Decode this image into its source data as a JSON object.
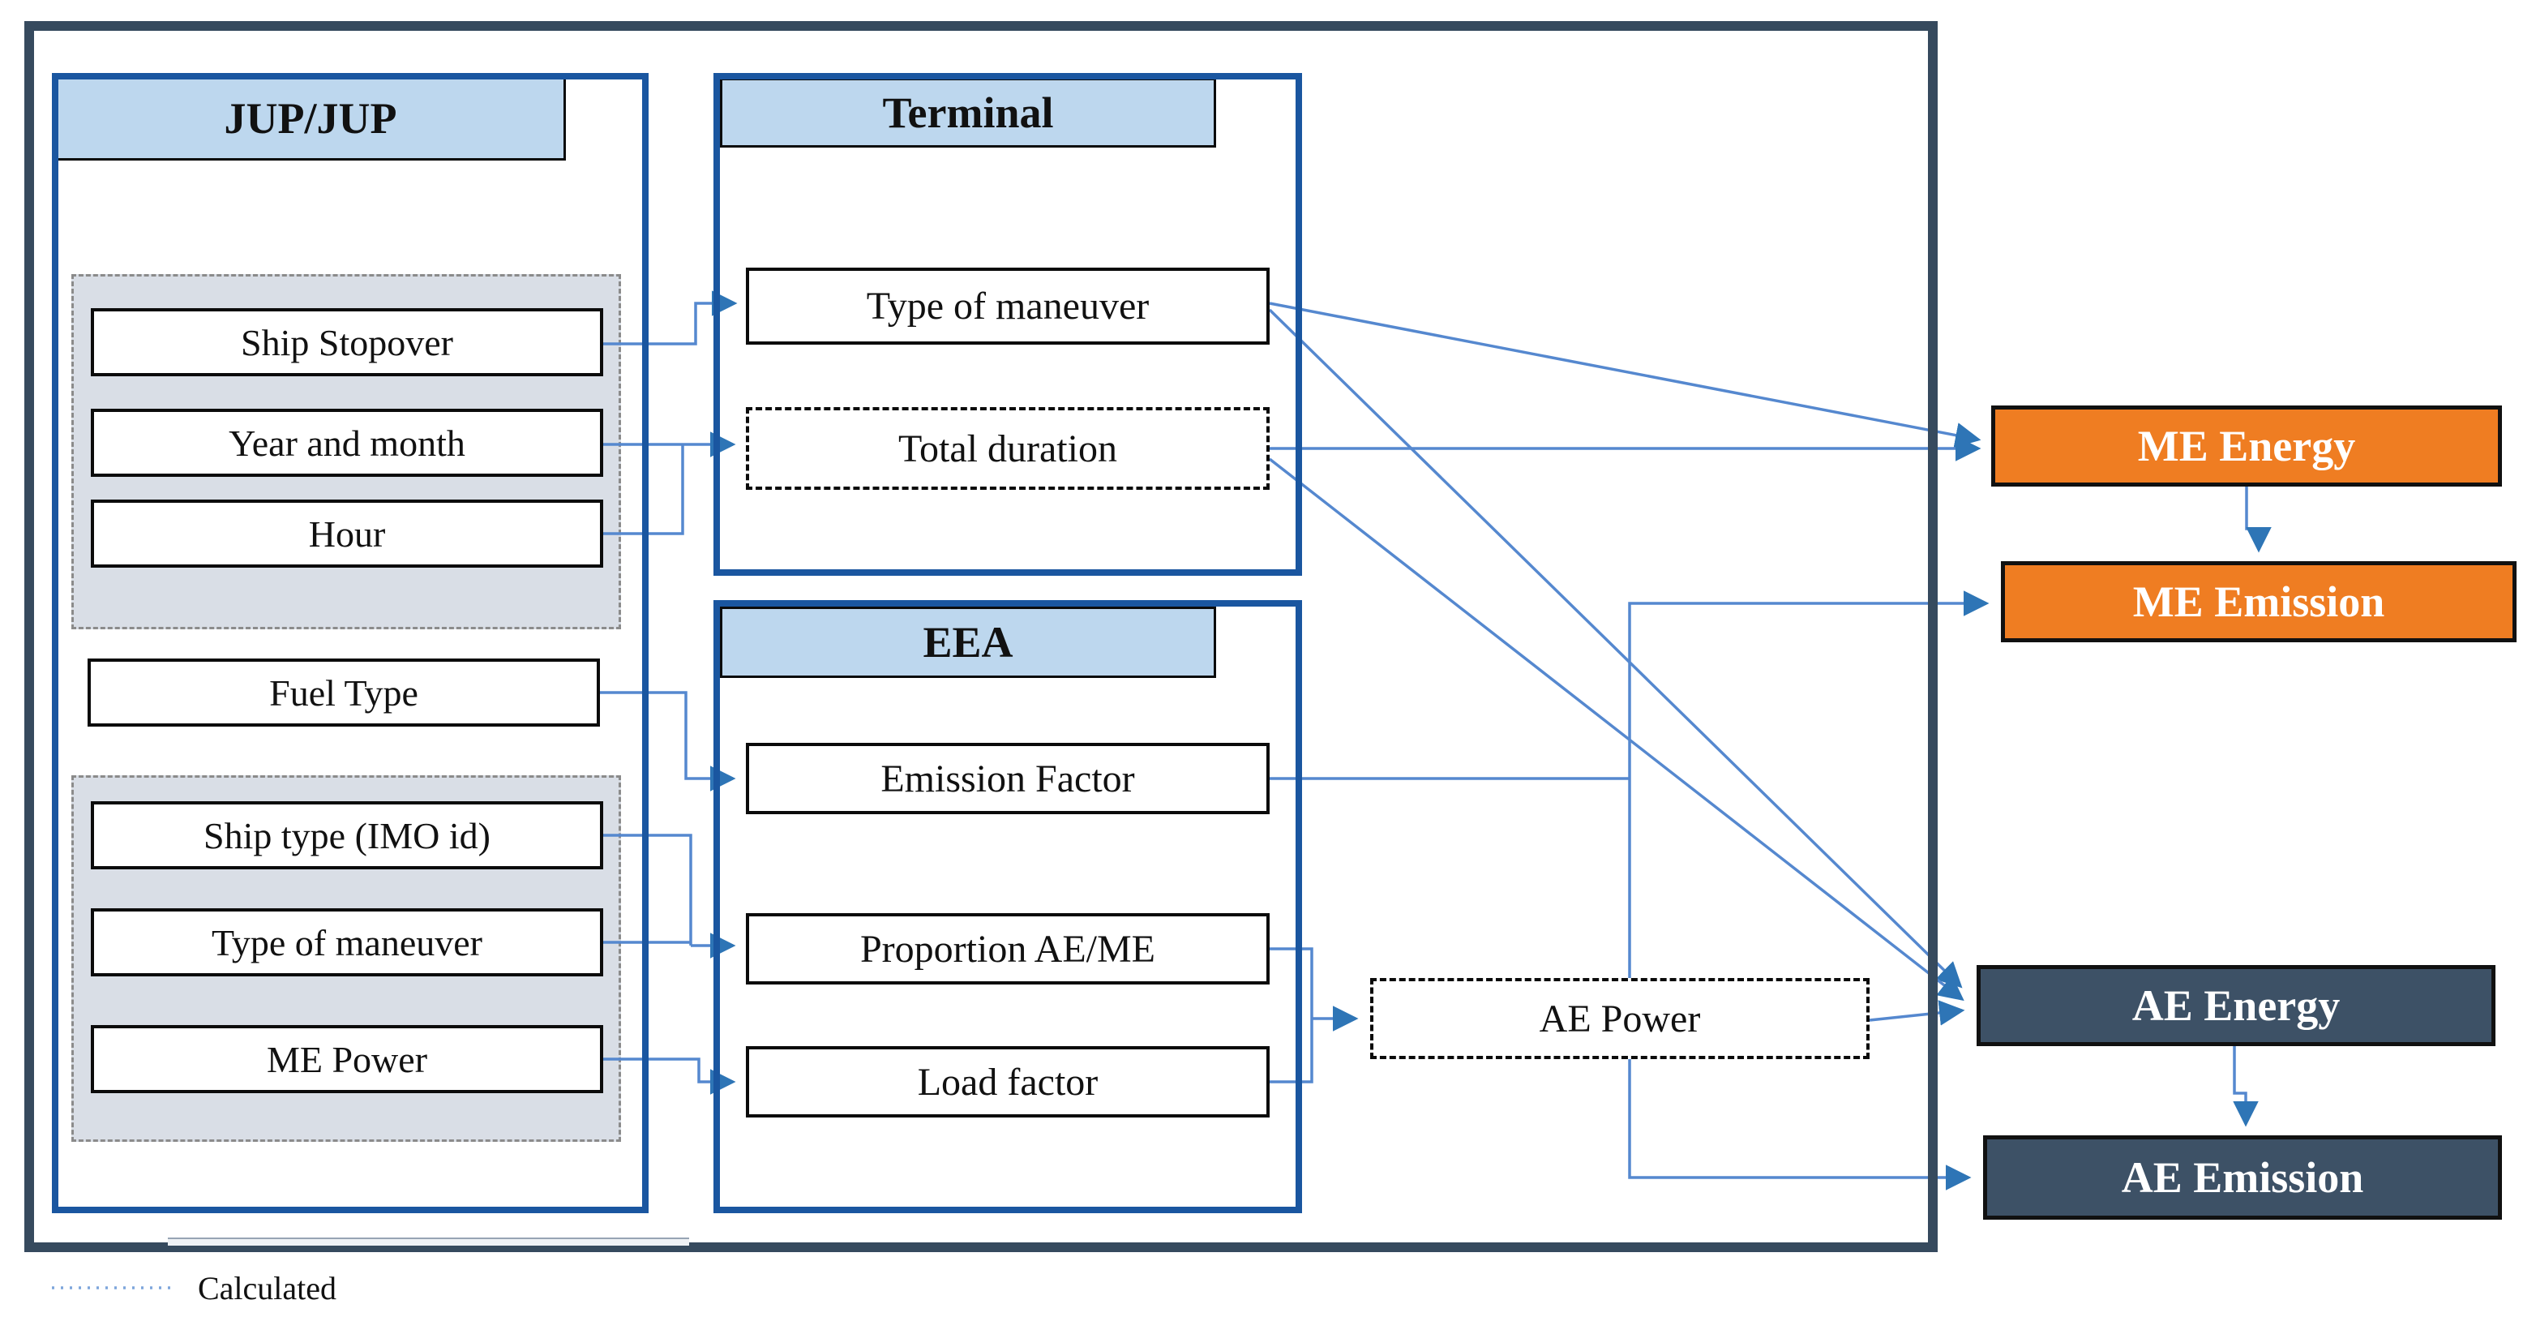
{
  "colors": {
    "frame_border": "#364A5E",
    "container_border": "#1A56A0",
    "header_fill": "#BDD7EE",
    "group_fill": "#D9DEE6",
    "connector_line": "#5588CF",
    "arrowhead": "#2E75B6",
    "me_output_fill": "#EF7D22",
    "ae_output_fill": "#3D5166"
  },
  "jup": {
    "title": "JUP/JUP",
    "items": {
      "ship_stopover": "Ship Stopover",
      "year_month": "Year and month",
      "hour": "Hour",
      "fuel_type": "Fuel Type",
      "ship_type": "Ship type (IMO id)",
      "maneuver": "Type of maneuver",
      "me_power": "ME Power"
    }
  },
  "terminal": {
    "title": "Terminal",
    "items": {
      "maneuver": "Type of maneuver",
      "total_duration": "Total duration"
    }
  },
  "eea": {
    "title": "EEA",
    "items": {
      "emission_factor": "Emission Factor",
      "proportion": "Proportion AE/ME",
      "load_factor": "Load factor"
    }
  },
  "ae_power": {
    "label": "AE Power"
  },
  "outputs": {
    "me_energy": "ME Energy",
    "me_emission": "ME Emission",
    "ae_energy": "AE Energy",
    "ae_emission": "AE Emission"
  },
  "legend": {
    "calculated": "Calculated"
  }
}
